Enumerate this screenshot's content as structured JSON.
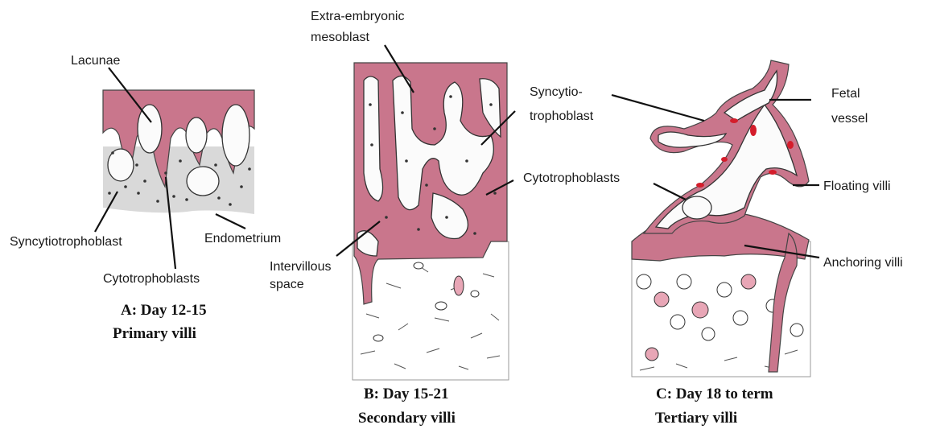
{
  "panels": {
    "a": {
      "caption_line1": "A: Day 12-15",
      "caption_line2": "Primary villi",
      "labels": {
        "lacunae": "Lacunae",
        "syncytiotrophoblast": "Syncytiotrophoblast",
        "endometrium": "Endometrium",
        "cytotrophoblasts": "Cytotrophoblasts"
      }
    },
    "b": {
      "caption_line1": "B: Day 15-21",
      "caption_line2": "Secondary villi",
      "labels": {
        "extra_embryonic_line1": "Extra-embryonic",
        "extra_embryonic_line2": "mesoblast",
        "intervillous_line1": "Intervillous",
        "intervillous_line2": "space"
      }
    },
    "c": {
      "caption_line1": "C: Day 18 to term",
      "caption_line2": "Tertiary villi",
      "labels": {
        "syncytio_line1": "Syncytio-",
        "syncytio_line2": "trophoblast",
        "cytotrophoblasts": "Cytotrophoblasts",
        "fetal_vessel_line1": "Fetal",
        "fetal_vessel_line2": "vessel",
        "floating_villi": "Floating villi",
        "anchoring_villi": "Anchoring villi"
      }
    }
  },
  "colors": {
    "trophoblast_pink": "#c9768c",
    "fetal_vessel_red": "#d41d2b",
    "tissue_grey": "#d9d9d9"
  }
}
